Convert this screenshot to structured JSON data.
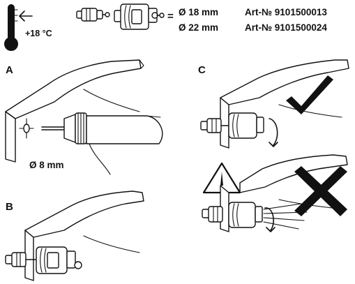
{
  "header": {
    "temperature_label": "+18 °C",
    "equals_sign": "=",
    "spec_rows": [
      {
        "diameter": "Ø 18 mm",
        "article": "Art-№ 9101500013"
      },
      {
        "diameter": "Ø 22 mm",
        "article": "Art-№ 9101500024"
      }
    ],
    "icons": [
      "thermometer-icon",
      "arrow-left-icon",
      "small-cylinder-icon",
      "large-cylinder-icon"
    ]
  },
  "steps": {
    "a": {
      "label": "A",
      "drill_diameter": "Ø 8 mm",
      "icons": [
        "bracket-with-hole",
        "drill-bit",
        "drill-chuck"
      ]
    },
    "b": {
      "label": "B",
      "icons": [
        "bracket",
        "mounted-cylinder"
      ]
    },
    "c": {
      "label": "C",
      "icons": [
        "checkmark-icon",
        "warning-triangle-icon",
        "cross-icon",
        "rotation-arrow-icon"
      ]
    }
  }
}
